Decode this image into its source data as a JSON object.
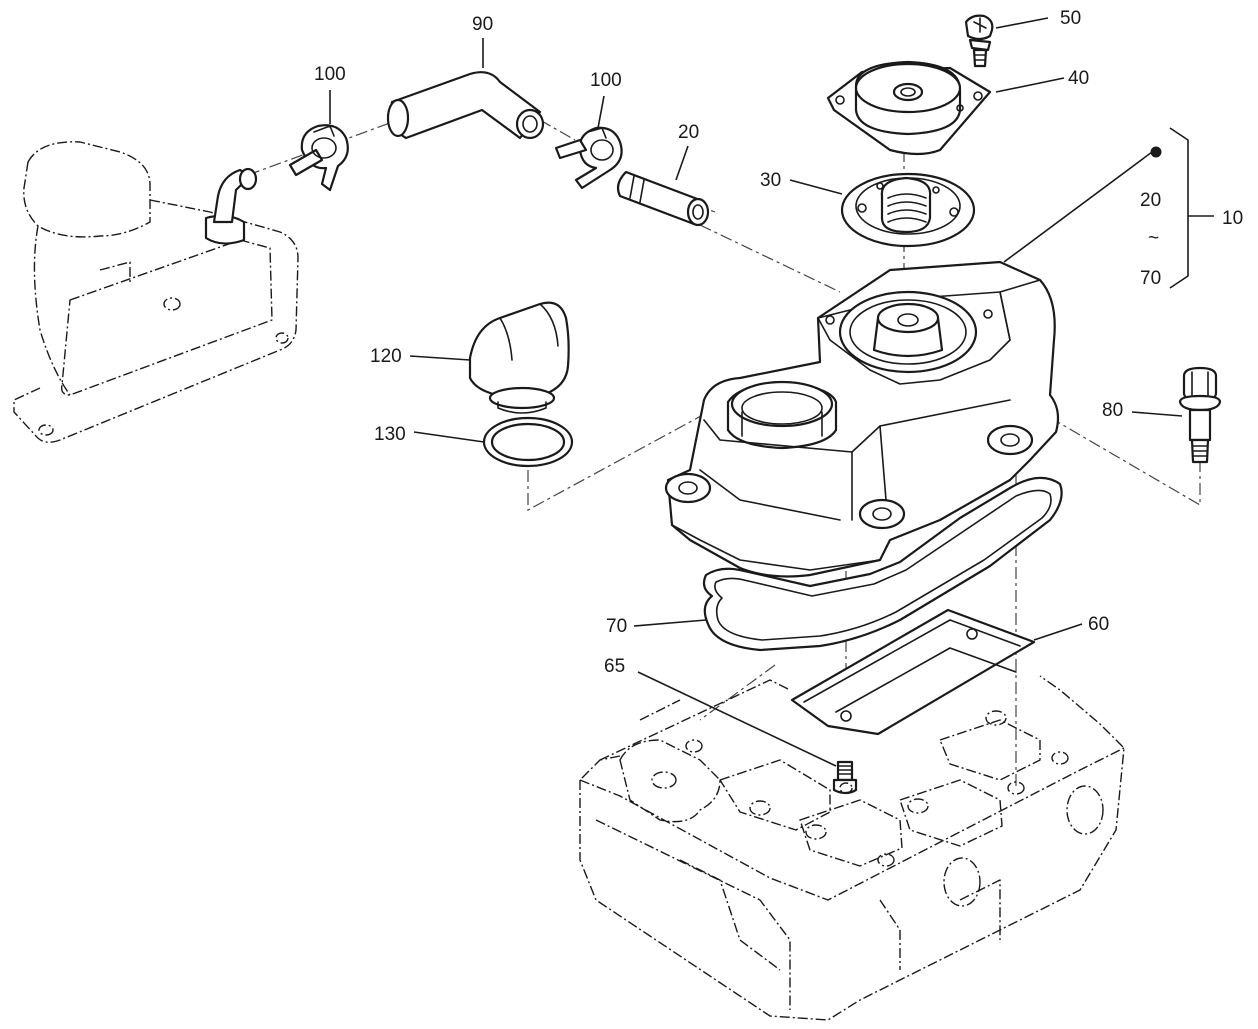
{
  "diagram": {
    "callouts": {
      "c10": "10",
      "c20a": "20",
      "c20b": "20",
      "tilde": "~",
      "c70a": "70",
      "c30": "30",
      "c40": "40",
      "c50": "50",
      "c60": "60",
      "c65": "65",
      "c70b": "70",
      "c80": "80",
      "c90": "90",
      "c100a": "100",
      "c100b": "100",
      "c120": "120",
      "c130": "130"
    }
  }
}
